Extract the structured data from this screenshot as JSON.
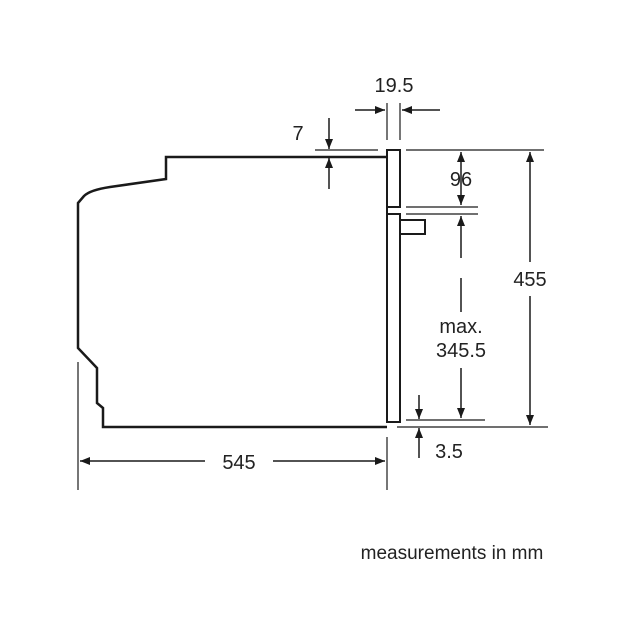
{
  "diagram": {
    "dimensions": {
      "front_panel_thickness": "19.5",
      "top_offset": "7",
      "control_panel_height": "96",
      "total_height": "455",
      "door_height_line1": "max.",
      "door_height_line2": "345.5",
      "bottom_offset": "3.5",
      "depth": "545"
    },
    "caption": "measurements in mm",
    "line_color": "#1a1a1a"
  }
}
